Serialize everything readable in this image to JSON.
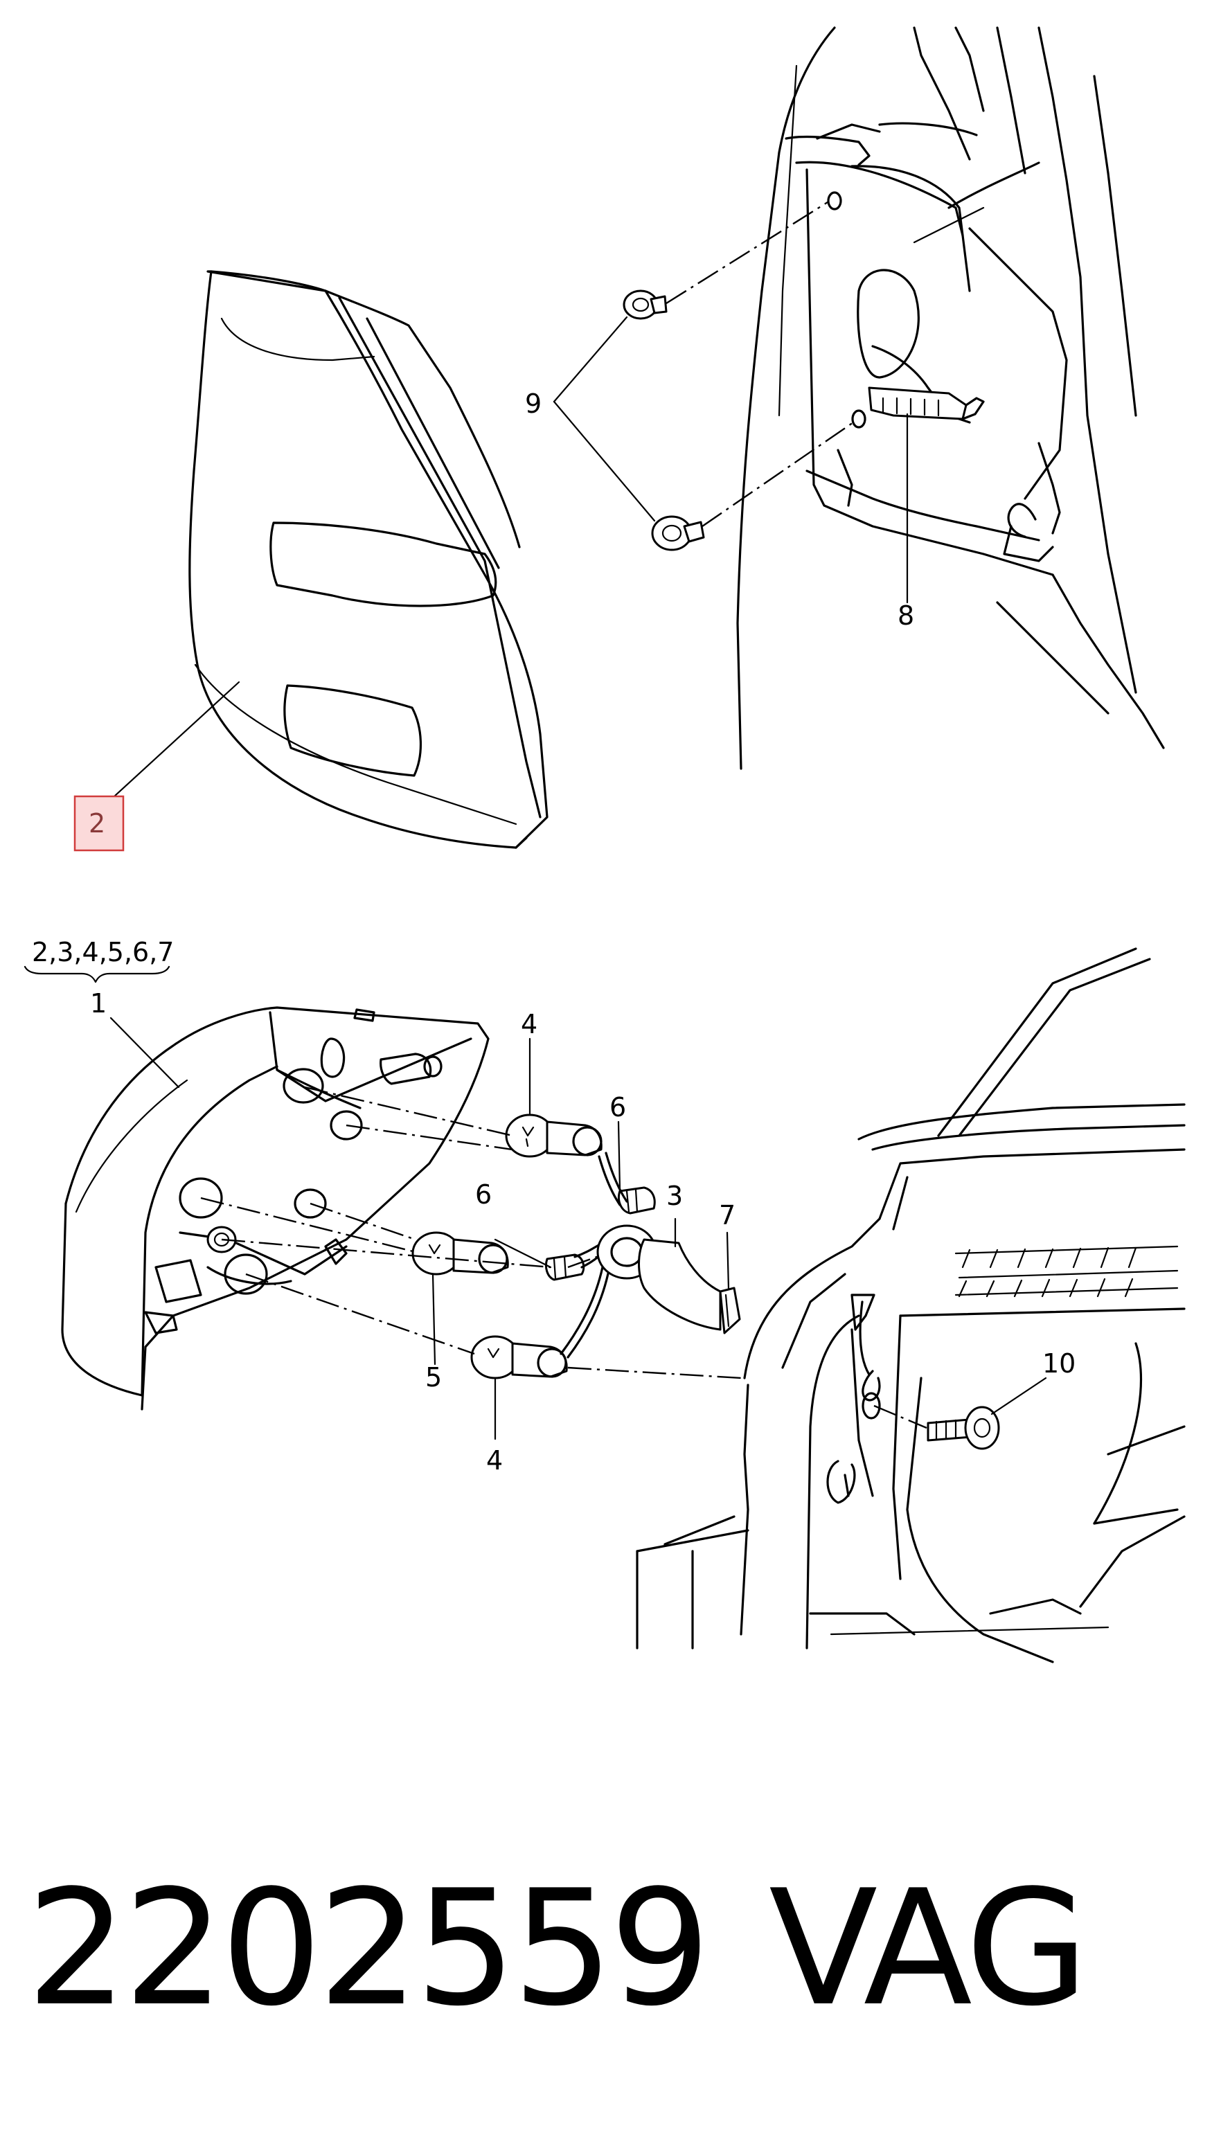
{
  "callouts": {
    "top": {
      "c2": "2",
      "c8": "8",
      "c9": "9"
    },
    "bottom": {
      "group": "2,3,4,5,6,7",
      "c1": "1",
      "c3": "3",
      "c4_top": "4",
      "c4_bottom": "4",
      "c5": "5",
      "c6_top": "6",
      "c6_mid": "6",
      "c7": "7",
      "c10": "10"
    }
  },
  "highlight": {
    "callout": "2",
    "fill": "#fbdada",
    "border": "#d13c3c"
  },
  "footer": {
    "part_number": "2202559",
    "brand": "VAG"
  }
}
